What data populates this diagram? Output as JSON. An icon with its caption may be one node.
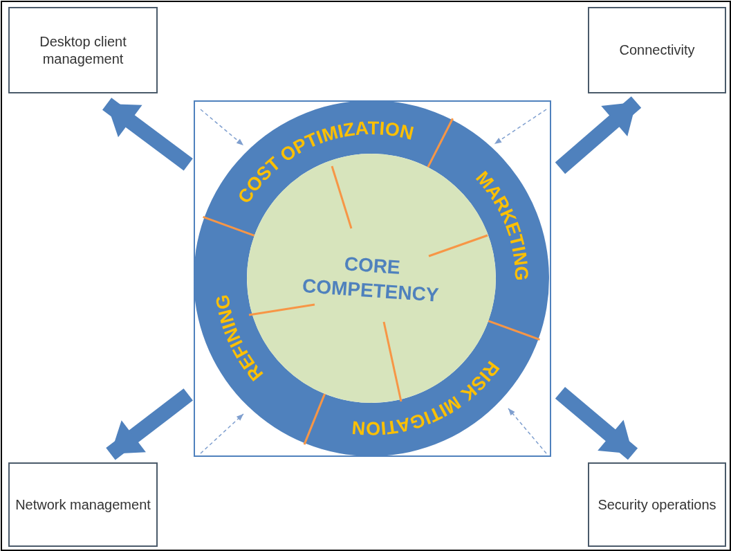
{
  "diagram": {
    "nodes": [
      {
        "text": [
          "Desktop client management"
        ]
      },
      {
        "text": [
          "Connectivity"
        ]
      },
      {
        "text": [],
        "shape": "box"
      },
      {
        "text": [
          "COST OPTIMIZATION"
        ],
        "in": 2
      },
      {
        "text": [
          "MARKETING"
        ],
        "in": 2
      },
      {
        "text": [
          "RISK MITIGATION"
        ],
        "in": 2
      },
      {
        "text": [
          "REFINING"
        ],
        "in": 2
      },
      {
        "text": [
          "CORE COMPETENCY"
        ],
        "in": 2
      },
      {
        "text": [
          "Network management"
        ]
      },
      {
        "text": [
          "Security operations"
        ]
      }
    ],
    "edges": [
      {
        "from": 2,
        "to": 0,
        "arrow": "to",
        "style": "thick"
      },
      {
        "from": 2,
        "to": 1,
        "arrow": "to",
        "style": "thick"
      },
      {
        "from": 2,
        "to": 8,
        "arrow": "to",
        "style": "thick"
      },
      {
        "from": 2,
        "to": 9,
        "arrow": "to",
        "style": "thick"
      },
      {
        "from": null,
        "to": 3,
        "arrow": "to",
        "style": "dashed"
      },
      {
        "from": null,
        "to": 4,
        "arrow": "to",
        "style": "dashed"
      },
      {
        "from": null,
        "to": 6,
        "arrow": "to",
        "style": "dashed"
      },
      {
        "from": null,
        "to": 5,
        "arrow": "to",
        "style": "dashed"
      }
    ]
  }
}
